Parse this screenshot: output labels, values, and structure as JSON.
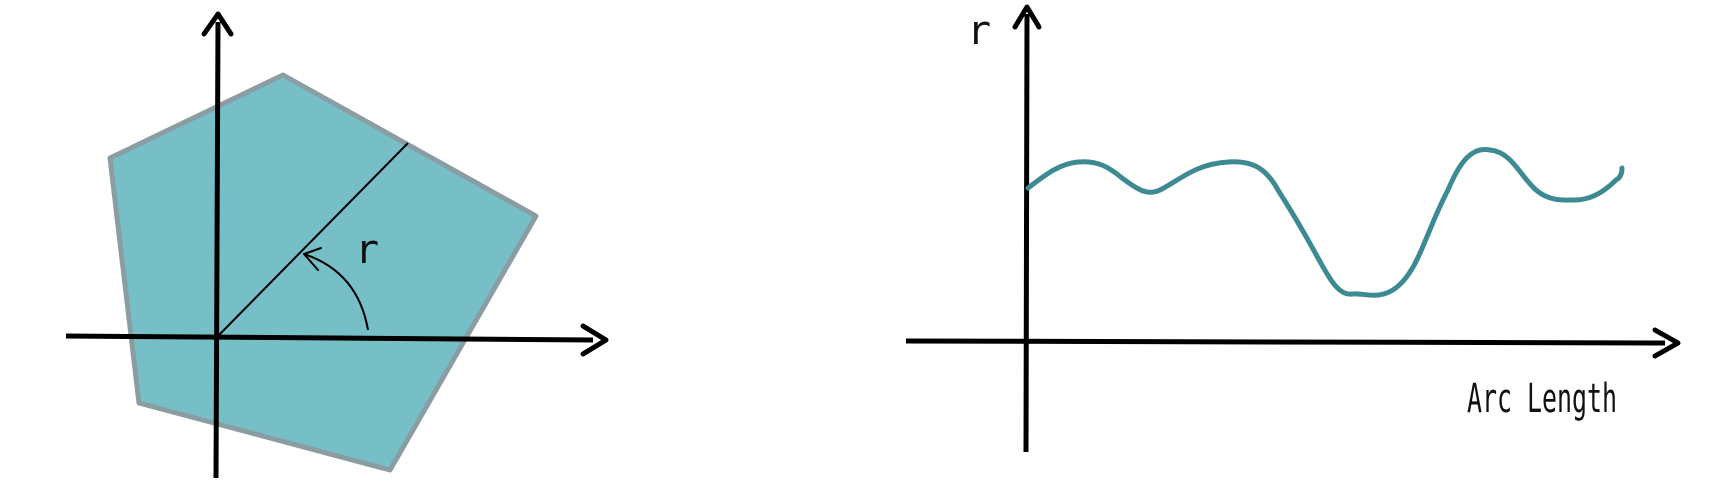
{
  "left_diagram": {
    "shape": "pentagon",
    "fill_color": "#76BFC7",
    "stroke_color": "#8A9DA3",
    "radius_label": "r"
  },
  "right_diagram": {
    "y_axis_label": "r",
    "x_axis_label": "Arc Length",
    "curve_color": "#3E8A93"
  },
  "colors": {
    "axis": "#000000"
  }
}
